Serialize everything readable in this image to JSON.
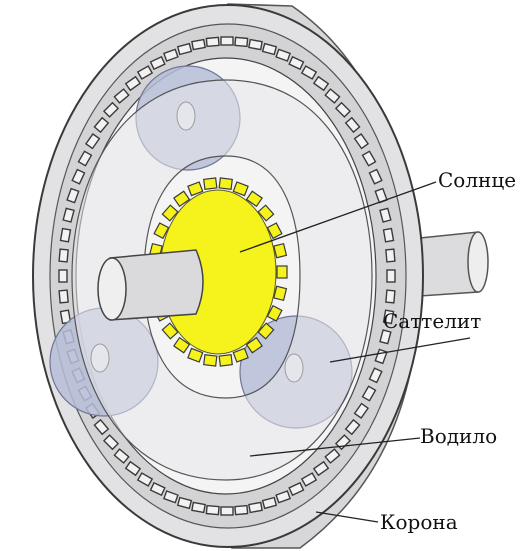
{
  "labels": {
    "sun": "Солнце",
    "planet": "Саттелит",
    "carrier": "Водило",
    "ring": "Корона"
  },
  "colors": {
    "ring_face": "#e2e2e4",
    "ring_edge": "#c9c9cb",
    "sun_gear": "#f6f21c",
    "planet_gear": "#b6bdd6",
    "carrier": "#e8e8ea",
    "outline": "#3a3a3a"
  },
  "parts": [
    "ring-gear",
    "sun-gear",
    "planet-gear",
    "carrier",
    "shaft"
  ]
}
